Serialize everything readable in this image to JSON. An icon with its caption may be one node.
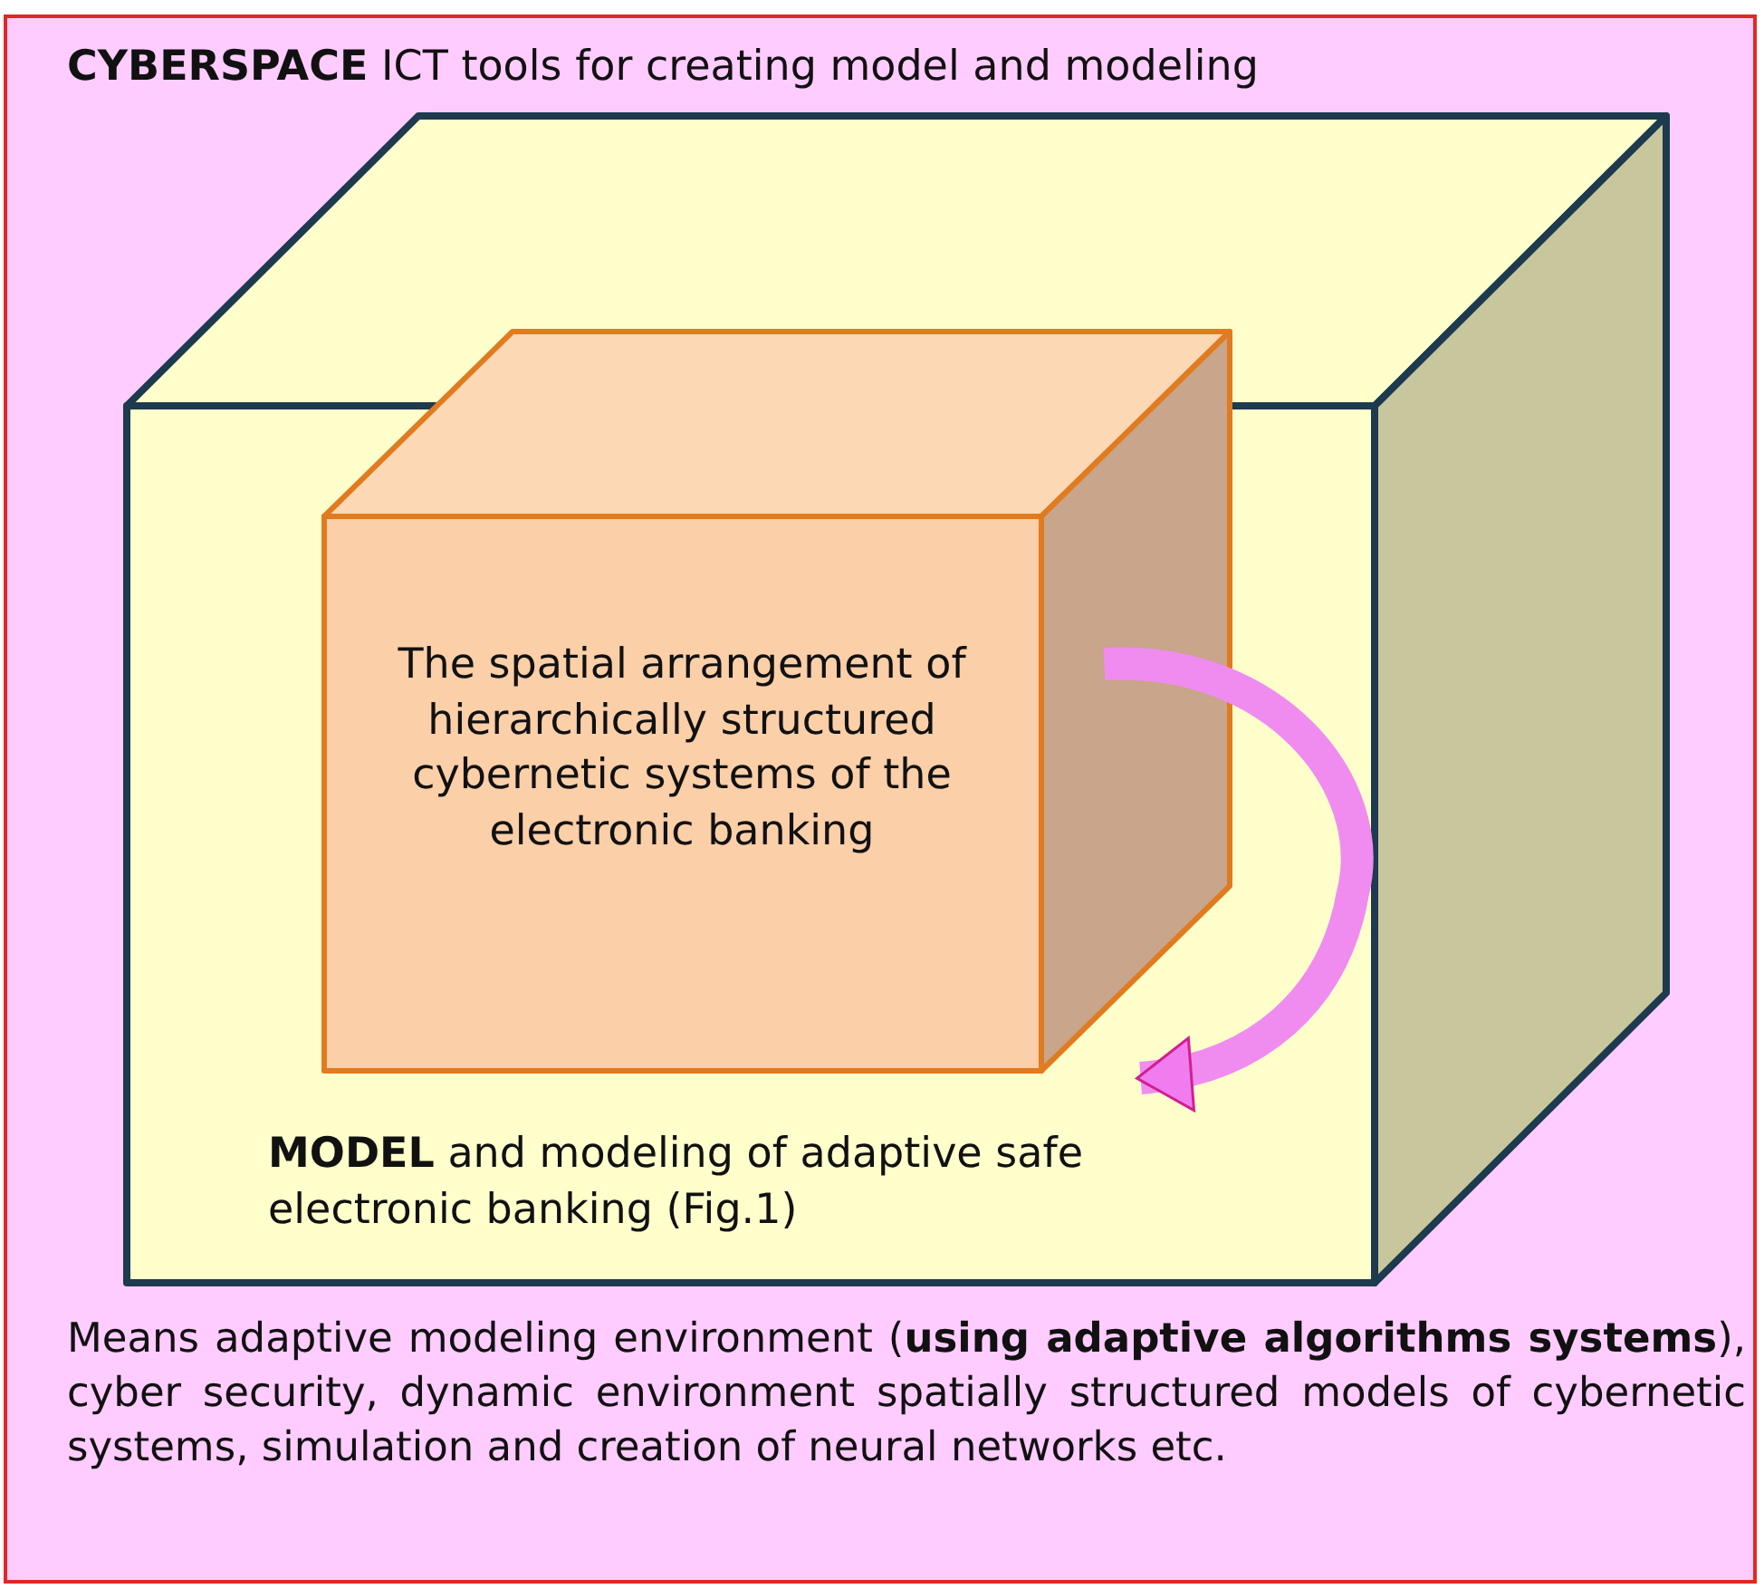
{
  "diagram": {
    "nodes": [
      {
        "text": [
          "**CYBERSPACE** ICT tools for creating model and modeling",
          "Means adaptive modeling environment (**using adaptive algorithms systems**), cyber security, dynamic environment spatially structured models of cybernetic systems, simulation and creation of neural networks etc."
        ]
      },
      {
        "text": [
          "**MODEL** and modeling of adaptive safe electronic banking (Fig.1)"
        ],
        "in": 0
      },
      {
        "text": [
          "The spatial arrangement of hierarchically structured cybernetic systems of the electronic banking"
        ],
        "in": 1
      }
    ],
    "edges": [
      {
        "from": 2,
        "to": 2,
        "arrow": "to"
      }
    ]
  }
}
